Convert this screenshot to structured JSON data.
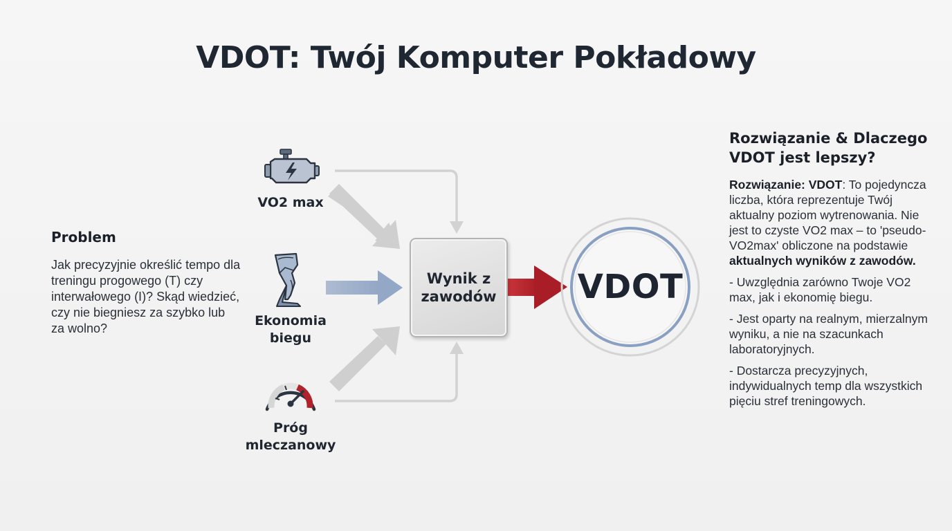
{
  "title": "VDOT: Twój Komputer Pokładowy",
  "problem": {
    "heading": "Problem",
    "text": "Jak precyzyjnie określić tempo dla treningu progowego (T) czy interwałowego (I)? Skąd wiedzieć, czy nie biegniesz za szybko lub za wolno?"
  },
  "inputs": {
    "vo2": {
      "label": "VO2 max",
      "icon": "engine-icon"
    },
    "economy": {
      "label_line1": "Ekonomia",
      "label_line2": "biegu",
      "icon": "running-leg-icon"
    },
    "threshold": {
      "label_line1": "Próg",
      "label_line2": "mleczanowy",
      "icon": "speedometer-icon"
    }
  },
  "center_box": {
    "line1": "Wynik z",
    "line2": "zawodów"
  },
  "output": {
    "label": "VDOT"
  },
  "solution": {
    "heading_line1": "Rozwiązanie & Dlaczego",
    "heading_line2": "VDOT jest lepszy?",
    "intro_bold": "Rozwiązanie: VDOT",
    "intro_text": ": To pojedyncza liczba, która reprezentuje Twój aktualny poziom wytrenowania. Nie jest to czyste VO2 max – to 'pseudo-VO2max' obliczone na podstawie",
    "intro_bold_end": "aktualnych wyników z zawodów.",
    "bullets": [
      "- Uwzględnia zarówno Twoje VO2 max, jak i ekonomię biegu.",
      "- Jest oparty na realnym, mierzalnym wyniku, a nie na szacunkach laboratoryjnych.",
      "- Dostarcza precyzyjnych, indywidualnych temp dla wszystkich pięciu stref treningowych."
    ]
  },
  "colors": {
    "accent_red": "#b0232b",
    "arrow_blue": "#9fb1cc",
    "arrow_gray": "#cfcfcf",
    "ring_blue": "#8aa0c2"
  }
}
